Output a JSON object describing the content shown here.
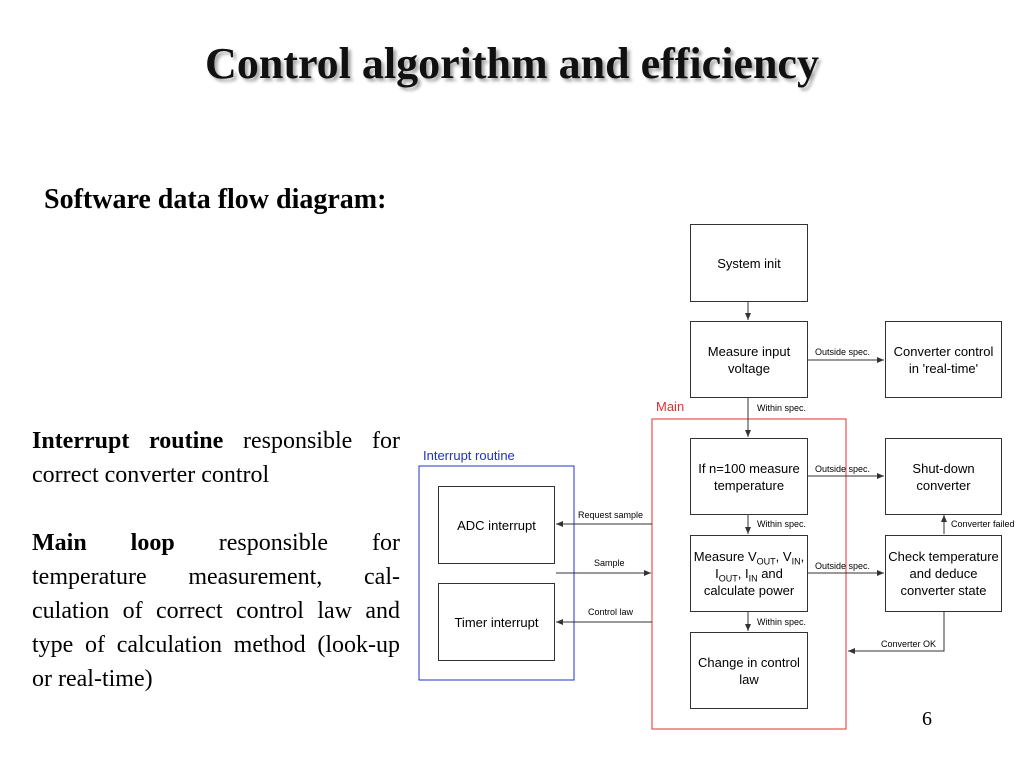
{
  "slide": {
    "title": "Control algorithm and efficiency",
    "subtitle": "Software data flow diagram:",
    "page_number": "6"
  },
  "paragraphs": {
    "interrupt": {
      "bold": "Interrupt routine",
      "text": " responsible for correct converter control"
    },
    "main": {
      "bold": "Main loop",
      "text": " responsible for temperature measurement, cal-culation of correct control law and type of calculation method (look-up or real-time)"
    }
  },
  "diagram": {
    "groups": {
      "main": "Main",
      "interrupt": "Interrupt routine"
    },
    "boxes": {
      "system_init": "System init",
      "measure_input": "Measure input voltage",
      "converter_control": "Converter control in 'real-time'",
      "measure_temp": "If n=100 measure temperature",
      "shutdown": "Shut-down converter",
      "measure_v_prefix": "Measure V",
      "measure_v_sub": "OUT",
      "measure_v_vin": "V",
      "measure_v_vin_sub": "IN",
      "measure_v_iout": "I",
      "measure_v_iout_sub": "OUT",
      "measure_v_iin": "I",
      "measure_v_iin_sub": "IN",
      "measure_v_suffix": "and calculate power",
      "check_temp": "Check temperature and deduce converter state",
      "change_law": "Change in control law",
      "adc": "ADC interrupt",
      "timer": "Timer interrupt"
    },
    "labels": {
      "outside1": "Outside spec.",
      "within1": "Within spec.",
      "outside2": "Outside spec.",
      "within2": "Within spec.",
      "outside3": "Outside spec.",
      "within3": "Within spec.",
      "converter_failed": "Converter failed",
      "converter_ok": "Converter OK",
      "request_sample": "Request sample",
      "sample": "Sample",
      "control_law": "Control law"
    },
    "colors": {
      "main_group": "#e03030",
      "interrupt_group": "#2030d0",
      "line": "#333333"
    }
  }
}
